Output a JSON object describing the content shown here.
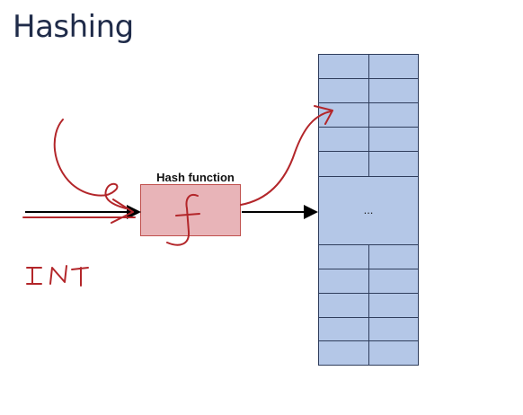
{
  "slide": {
    "title": "Hashing"
  },
  "hash_function": {
    "label": "Hash function",
    "fill_color": "#e8b4b8",
    "border_color": "#c0504d"
  },
  "table": {
    "fill_color": "#b4c7e7",
    "ellipsis": "..."
  },
  "annotations": {
    "ink_color": "#b3262a",
    "handwritten_f": "f",
    "handwritten_input": "INT"
  }
}
